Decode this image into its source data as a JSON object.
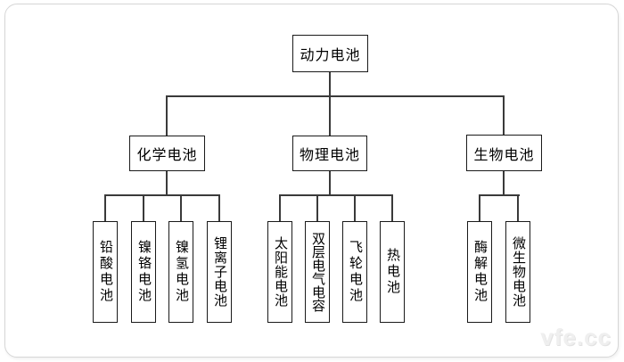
{
  "tree": {
    "root": "动力电池",
    "branches": [
      {
        "label": "化学电池",
        "children": [
          "铅酸电池",
          "镍铬电池",
          "镍氢电池",
          "锂离子电池"
        ]
      },
      {
        "label": "物理电池",
        "children": [
          "太阳能电池",
          "双层电气电容",
          "飞轮电池",
          "热电池"
        ]
      },
      {
        "label": "生物电池",
        "children": [
          "酶解电池",
          "微生物电池"
        ]
      }
    ]
  },
  "watermark": "vfe.cc",
  "colors": {
    "line": "#3a3a3a",
    "box_border": "#1a1a1a",
    "box_fill": "#ffffff",
    "card_border": "#d6d6d6",
    "watermark": "#efefef"
  }
}
